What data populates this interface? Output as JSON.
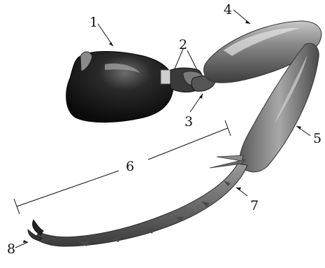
{
  "labels": [
    {
      "id": "coxa",
      "text": "1"
    },
    {
      "id": "trochanters",
      "text": "2"
    },
    {
      "id": "trochanter-joint",
      "text": "3"
    },
    {
      "id": "femur",
      "text": "4"
    },
    {
      "id": "tibia",
      "text": "5"
    },
    {
      "id": "tarsus-span",
      "text": "6"
    },
    {
      "id": "tarsus",
      "text": "7"
    },
    {
      "id": "claw",
      "text": "8"
    }
  ]
}
